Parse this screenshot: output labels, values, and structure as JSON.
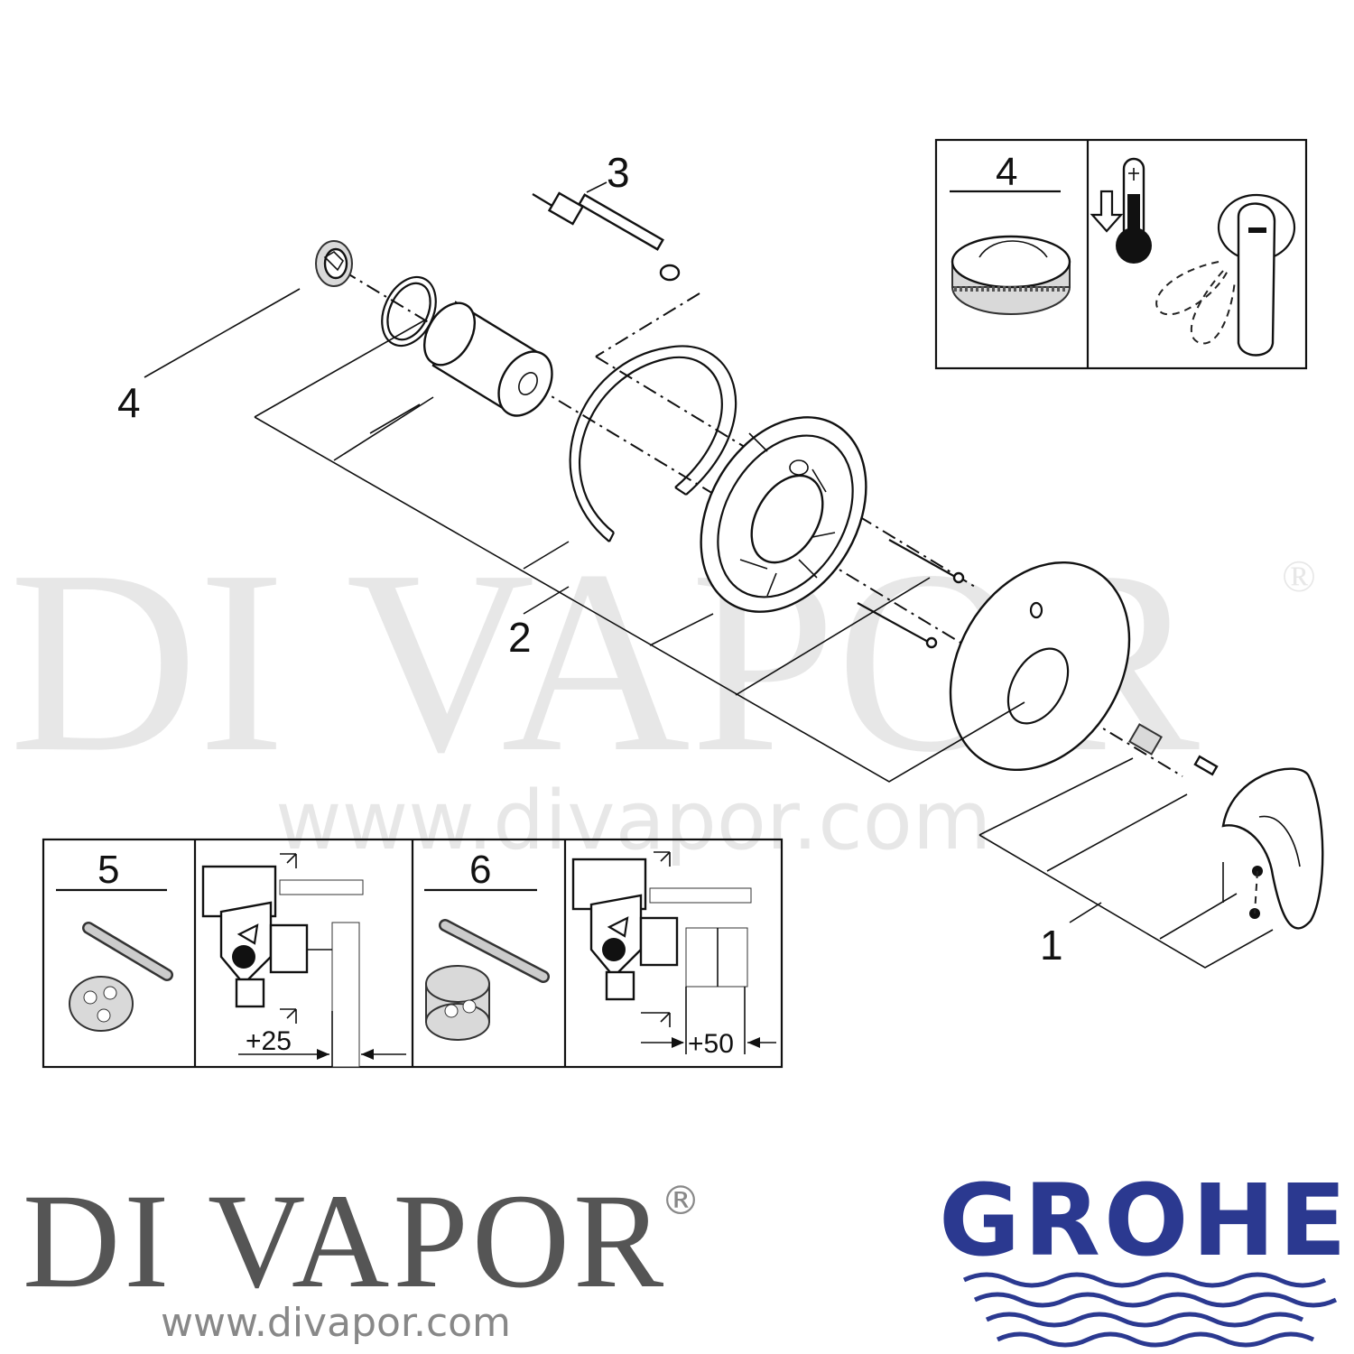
{
  "callouts": {
    "c1": "1",
    "c2": "2",
    "c3": "3",
    "c4": "4"
  },
  "inset_top": {
    "number": "4",
    "icons": [
      "thermometer-icon",
      "down-arrow-icon",
      "lever-handle-icon"
    ]
  },
  "inset_bottom": {
    "panel_5": {
      "number": "5",
      "dimension": "+25"
    },
    "panel_6": {
      "number": "6",
      "dimension": "+50"
    }
  },
  "watermark": {
    "text": "DI VAPOR",
    "registered": "®",
    "url": "www.divapor.com"
  },
  "footer": {
    "brand": "DI VAPOR",
    "registered": "®",
    "url": "www.divapor.com"
  },
  "logo": {
    "text": "GROHE",
    "color": "#2b3990"
  },
  "colors": {
    "line": "#111111",
    "watermark": "#000000",
    "brand": "#555555",
    "grohe": "#2b3990"
  }
}
